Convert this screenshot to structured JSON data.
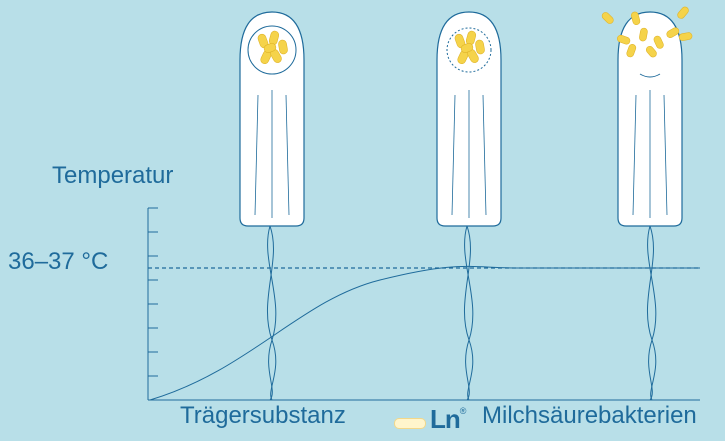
{
  "labels": {
    "temperature": "Temperatur",
    "temperature_range": "36–37 °C"
  },
  "legend": {
    "carrier": "Trägersubstanz",
    "brand": "Ln",
    "brand_mark": "®",
    "bacteria": "Milchsäurebakterien"
  },
  "stages": [
    {
      "state": "capsule-intact"
    },
    {
      "state": "capsule-dissolving"
    },
    {
      "state": "bacteria-released"
    }
  ],
  "colors": {
    "background": "#b8dfe8",
    "line": "#1f6b9b",
    "tampon": "#ffffff",
    "bacteria": "#f5d34a"
  }
}
